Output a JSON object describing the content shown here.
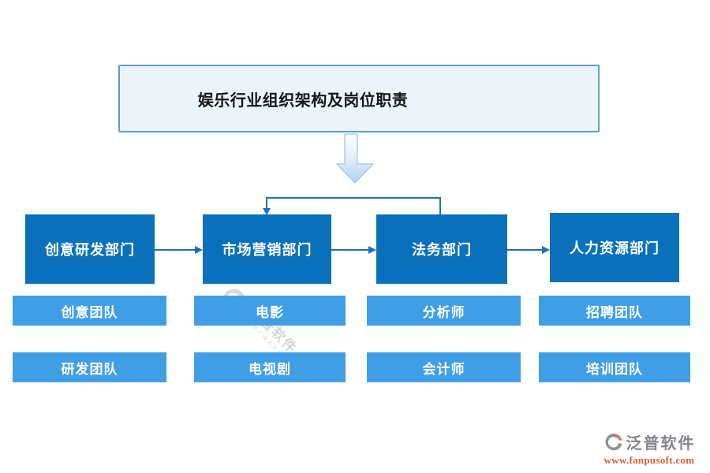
{
  "title": "娱乐行业组织架构及岗位职责",
  "org_chart": {
    "departments": [
      {
        "label": "创意研发部门",
        "children": [
          "创意团队",
          "研发团队"
        ]
      },
      {
        "label": "市场营销部门",
        "children": [
          "电影",
          "电视剧"
        ]
      },
      {
        "label": "法务部门",
        "children": [
          "分析师",
          "会计师"
        ]
      },
      {
        "label": "人力资源部门",
        "children": [
          "招聘团队",
          "培训团队"
        ]
      }
    ]
  },
  "watermark": {
    "brand": "泛普软件",
    "caption": "SOFTWARE"
  },
  "footer": {
    "brand": "泛普软件",
    "website": "www.fanpusoft.com"
  },
  "icons": {
    "flow_arrow": "gradient-down-arrow",
    "brand_mark": "fanpu-circle-swoosh"
  },
  "colors": {
    "department_fill": "#0a70bc",
    "team_fill": "#3f9ee6",
    "connector": "#1f6fb8",
    "title_fill": "#ecf4fa",
    "title_border": "#5b9bd5",
    "arrow_gradient_bottom": "#b3d3ec",
    "brand_gray": "#85858f",
    "brand_orange": "#d85f36"
  }
}
